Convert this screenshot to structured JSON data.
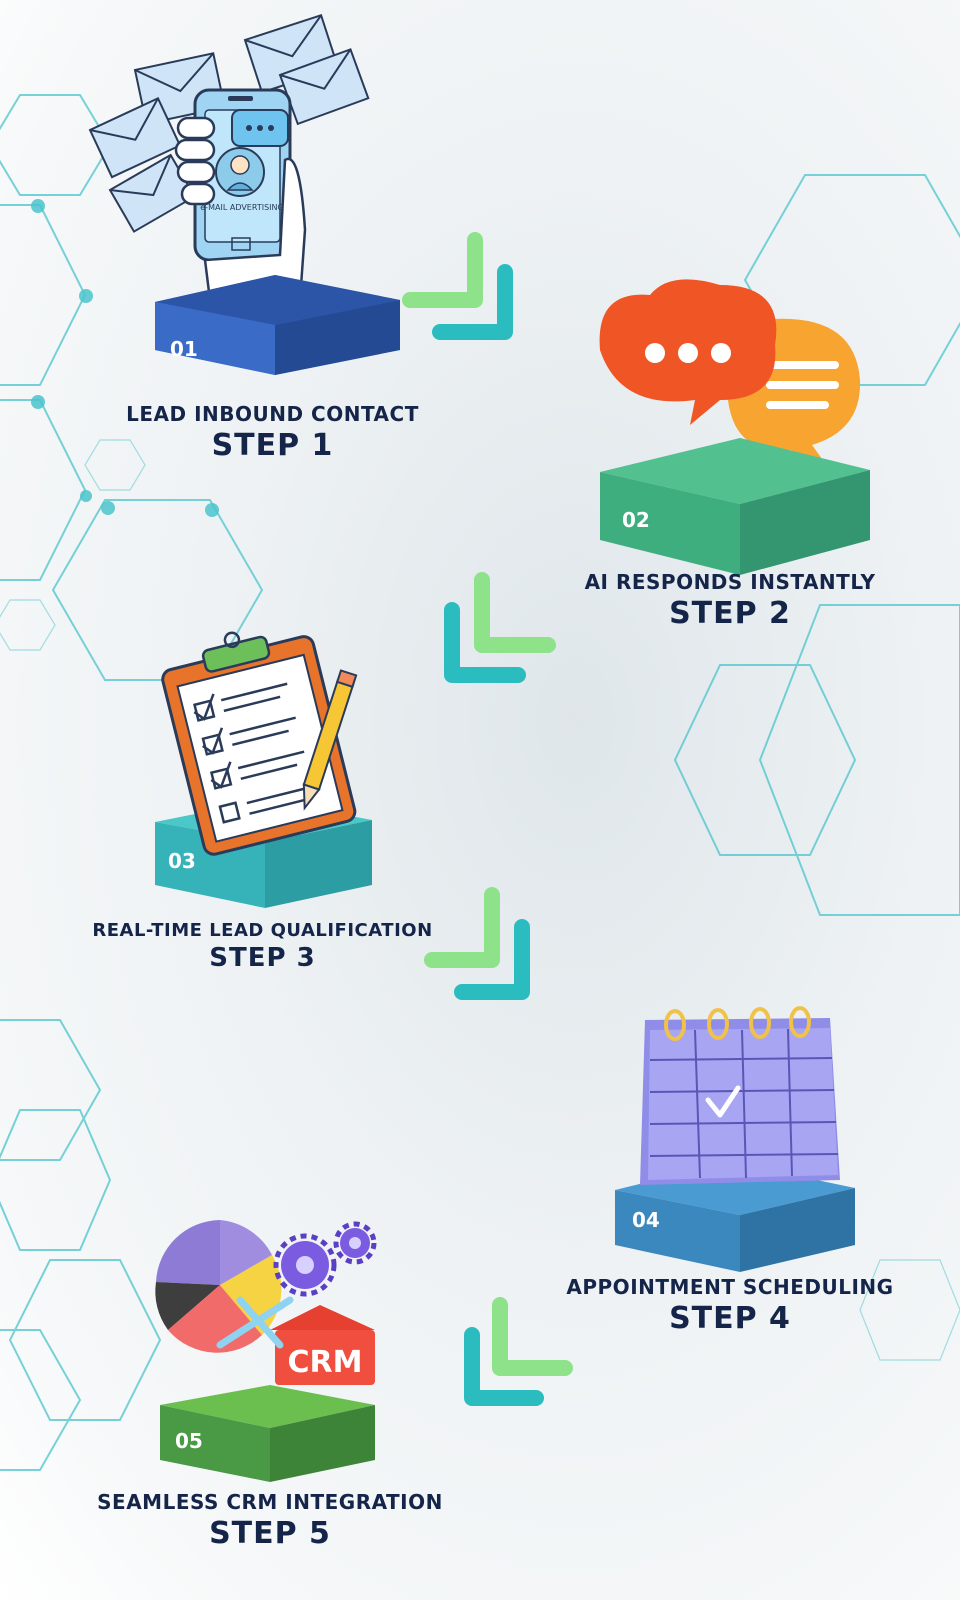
{
  "steps": [
    {
      "number": "01",
      "title": "LEAD INBOUND CONTACT",
      "step_label": "STEP 1",
      "icon": "email-phone-icon",
      "color": "#3a6bc7"
    },
    {
      "number": "02",
      "title": "AI RESPONDS INSTANTLY",
      "step_label": "STEP 2",
      "icon": "chat-bubbles-icon",
      "color": "#3fae7f"
    },
    {
      "number": "03",
      "title": "REAL-TIME LEAD QUALIFICATION",
      "step_label": "STEP 3",
      "icon": "clipboard-checklist-icon",
      "color": "#36b3b8"
    },
    {
      "number": "04",
      "title": "APPOINTMENT SCHEDULING",
      "step_label": "STEP 4",
      "icon": "calendar-icon",
      "color": "#3b88bf"
    },
    {
      "number": "05",
      "title": "SEAMLESS CRM INTEGRATION",
      "step_label": "STEP 5",
      "icon": "crm-chart-icon",
      "color": "#4a9a45"
    }
  ],
  "icon_texts": {
    "phone_caption": "e-MAIL ADVERTISING",
    "crm": "CRM"
  },
  "colors": {
    "text": "#15254a",
    "arrow_green": "#8ee28a",
    "arrow_teal": "#2bbcbf",
    "hexagon": "#4cc4cc"
  }
}
